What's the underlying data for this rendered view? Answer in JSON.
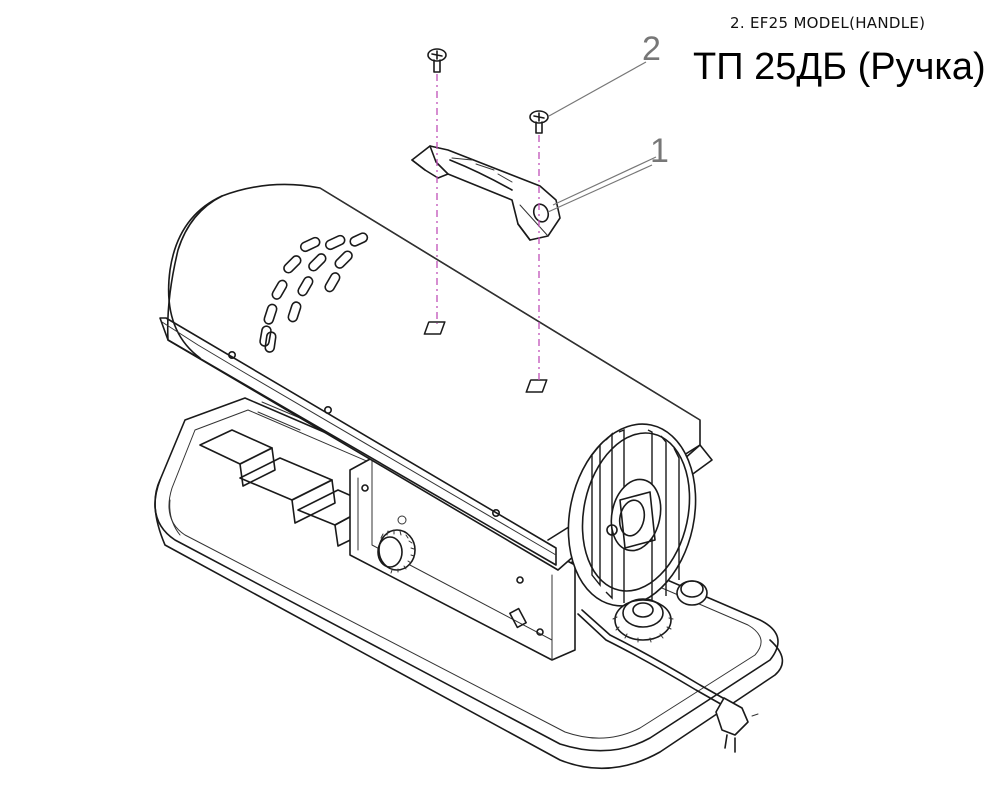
{
  "header": {
    "model_caption": "2. EF25 MODEL(HANDLE)",
    "ru_title": "ТП 25ДБ (Ручка)"
  },
  "callouts": [
    {
      "number": "1",
      "part": "handle"
    },
    {
      "number": "2",
      "part": "screw"
    }
  ],
  "colors": {
    "line": "#1a1a1a",
    "leader": "#777777",
    "assembly_axis": "#c050b8",
    "background": "#ffffff"
  }
}
